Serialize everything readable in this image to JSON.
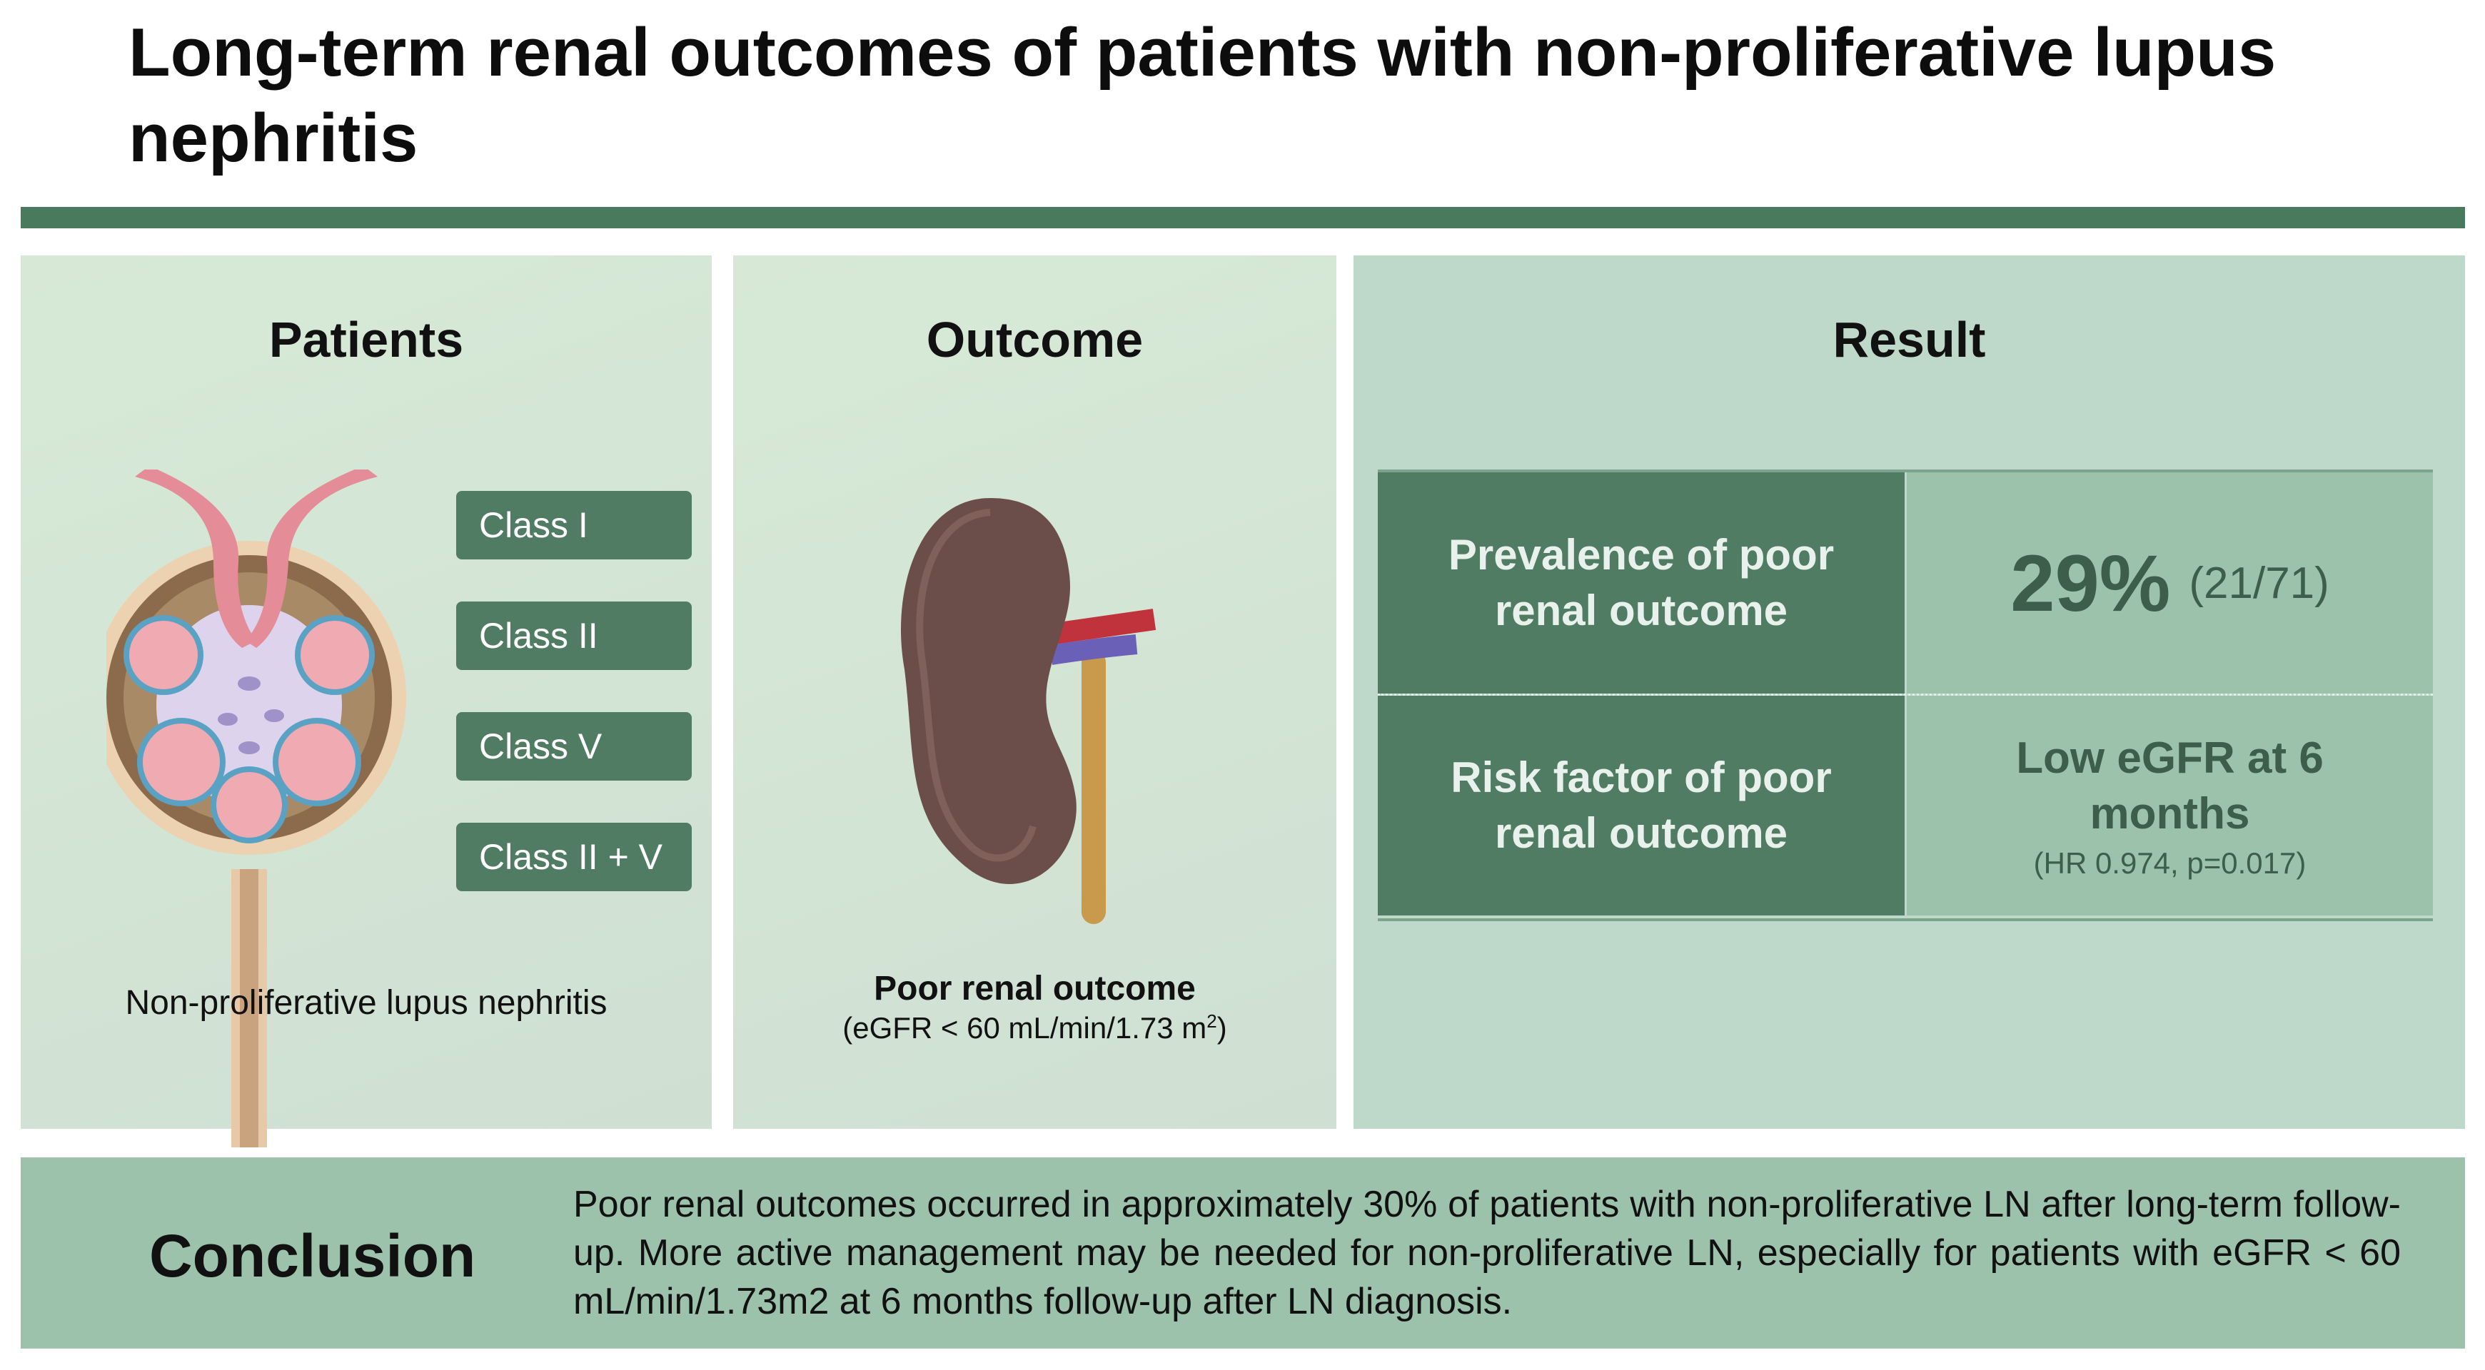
{
  "title": "Long-term renal outcomes of patients with non-proliferative lupus nephritis",
  "patients": {
    "heading": "Patients",
    "classes": [
      "Class I",
      "Class II",
      "Class V",
      "Class II + V"
    ],
    "label": "Non-proliferative lupus nephritis"
  },
  "outcome": {
    "heading": "Outcome",
    "label": "Poor renal outcome",
    "definition_prefix": "(eGFR < 60 mL/min/1.73  m",
    "definition_sup": "2",
    "definition_suffix": ")"
  },
  "result": {
    "heading": "Result",
    "row1_label_line1": "Prevalence of poor",
    "row1_label_line2": "renal outcome",
    "row1_value": "29%",
    "row1_fraction": "(21/71)",
    "row2_label_line1": "Risk factor of poor",
    "row2_label_line2": "renal outcome",
    "row2_value_line1": "Low eGFR at 6",
    "row2_value_line2": "months",
    "row2_detail": "(HR 0.974, p=0.017)"
  },
  "conclusion": {
    "heading": "Conclusion",
    "text": "Poor renal outcomes occurred in approximately 30% of patients with non-proliferative LN after long-term follow-up. More active management may be needed for non-proliferative LN, especially for patients with eGFR < 60 mL/min/1.73m2 at 6 months follow-up after LN diagnosis."
  },
  "colors": {
    "accent": "#4a7a5e",
    "class_box": "#4f7c62",
    "result_panel": "#bed8c9",
    "result_value_cell": "#9dc2ab",
    "panel_light": "#d7e9d6"
  }
}
